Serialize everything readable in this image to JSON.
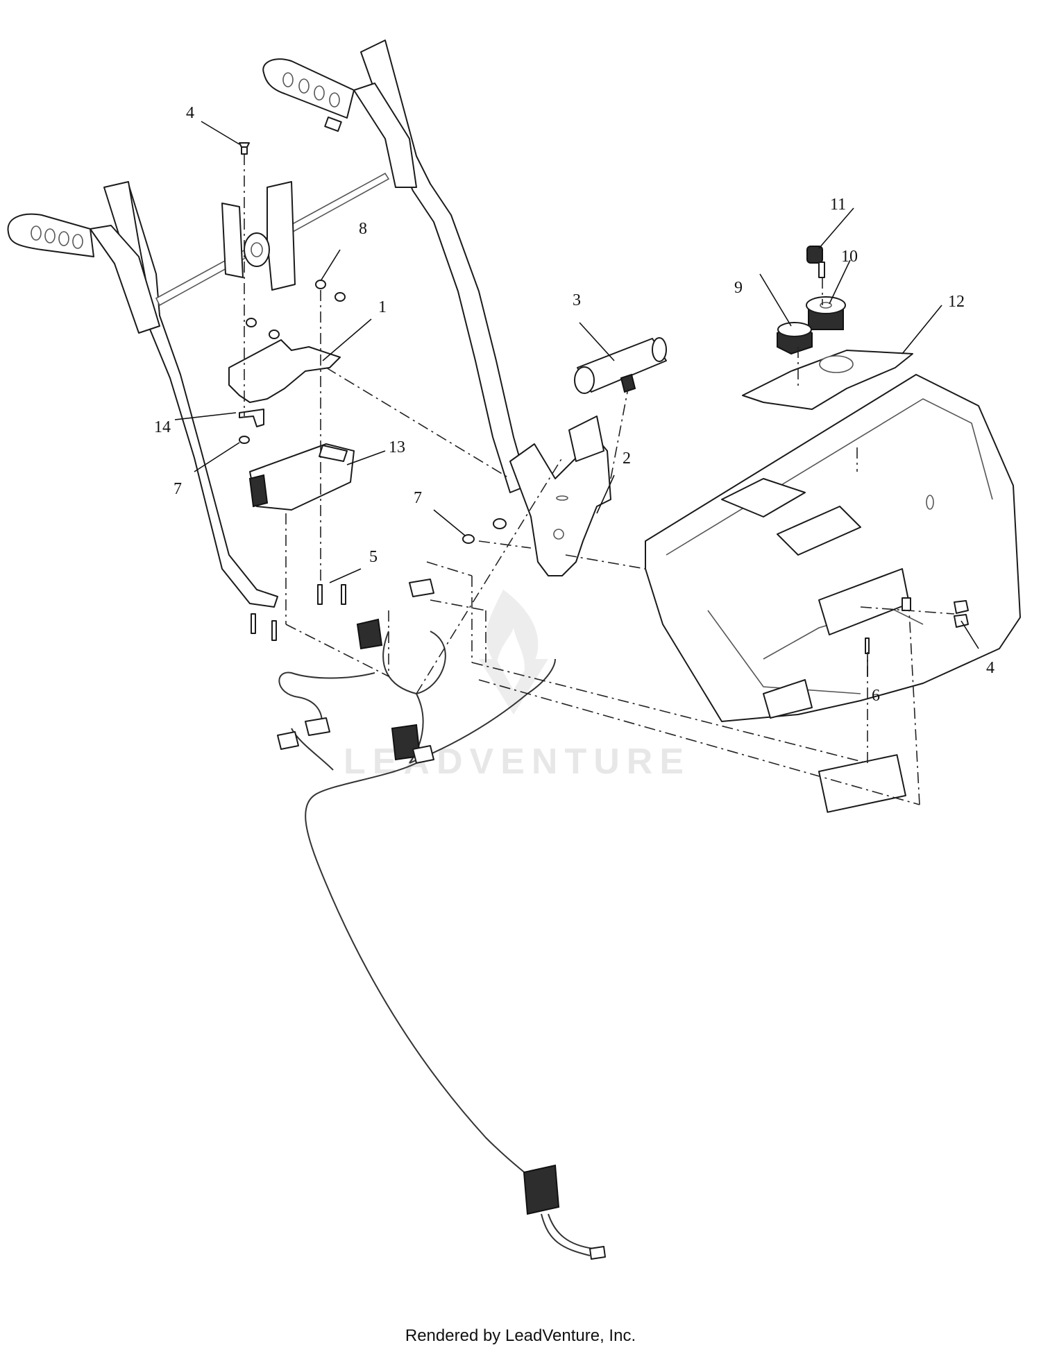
{
  "diagram": {
    "callouts": {
      "c1": "1",
      "c2": "2",
      "c3": "3",
      "c4a": "4",
      "c4b": "4",
      "c5": "5",
      "c6": "6",
      "c7a": "7",
      "c7b": "7",
      "c8": "8",
      "c9": "9",
      "c10": "10",
      "c11": "11",
      "c12": "12",
      "c13": "13",
      "c14": "14"
    },
    "watermark": "LEADVENTURE"
  },
  "footer": {
    "credit": "Rendered by LeadVenture, Inc."
  }
}
